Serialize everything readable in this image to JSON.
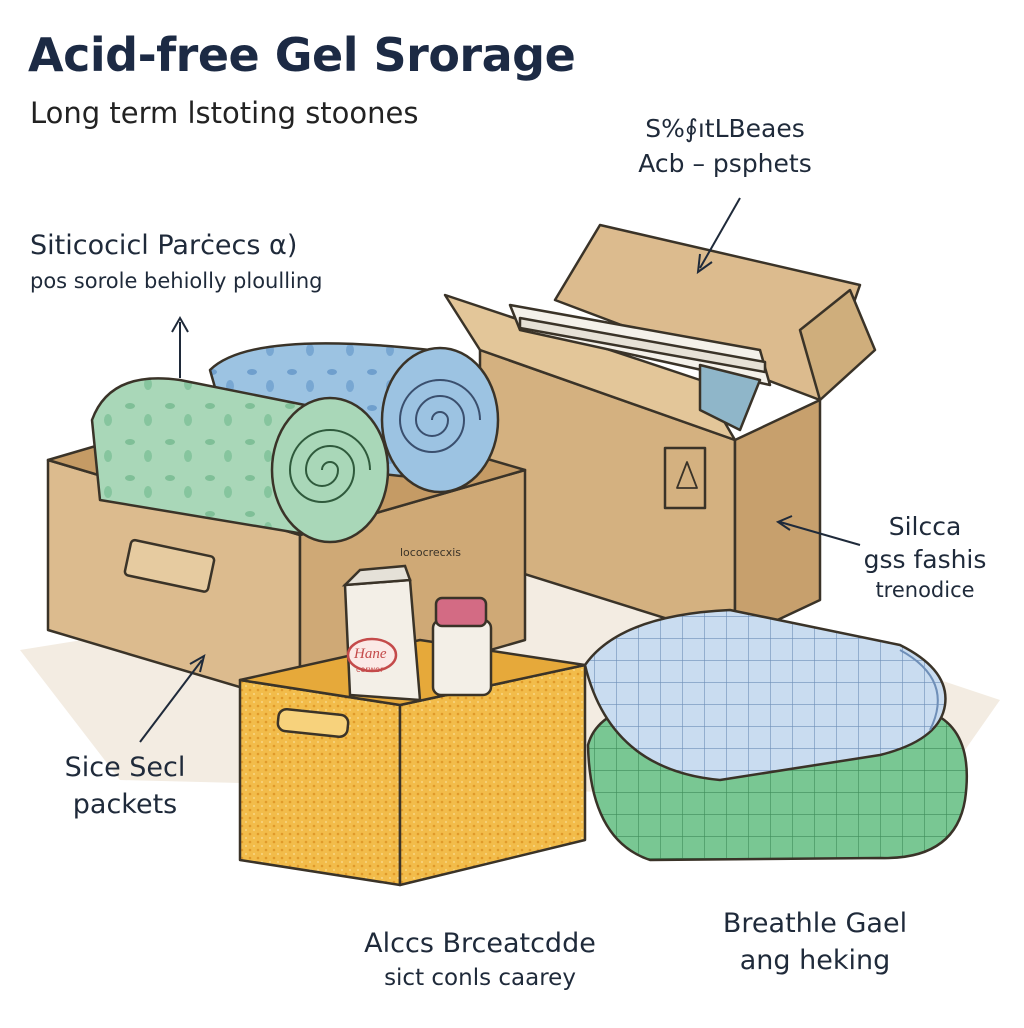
{
  "title": "Acid-free Gel Srorage",
  "subtitle": "Long term lstoting stoones",
  "callouts": {
    "top_right": {
      "line1": "S%∮ıtLBeaes",
      "line2": "Acb – psphets"
    },
    "left": {
      "line1": "Siticocicl Parċecs ⍺)",
      "line2": "pos sorole behiolly ploulling"
    },
    "right": {
      "line1": "Silcca",
      "line2": "gss fashis",
      "line3": "trenodice"
    },
    "bottom_left": {
      "line1": "Sice Secl",
      "line2": "packets"
    },
    "bottom_center": {
      "line1": "Alccs Brceatcdde",
      "line2": "sict conls caarey"
    },
    "bottom_right": {
      "line1": "Breathle Gael",
      "line2": "ang heking"
    }
  },
  "box_labels": {
    "jar_label": "Hane",
    "jar_sublabel": "cerwer",
    "box_side_text": "lococrecxis"
  },
  "colors": {
    "cardboard": "#dcbb8e",
    "cardboard_dark": "#c7a06d",
    "roll_green": "#a9d7b8",
    "roll_blue": "#9cc3e2",
    "yellow_box": "#f2bc4a",
    "blanket_blue": "#c9dcf0",
    "blanket_green": "#79c793",
    "outline": "#3a3328"
  }
}
